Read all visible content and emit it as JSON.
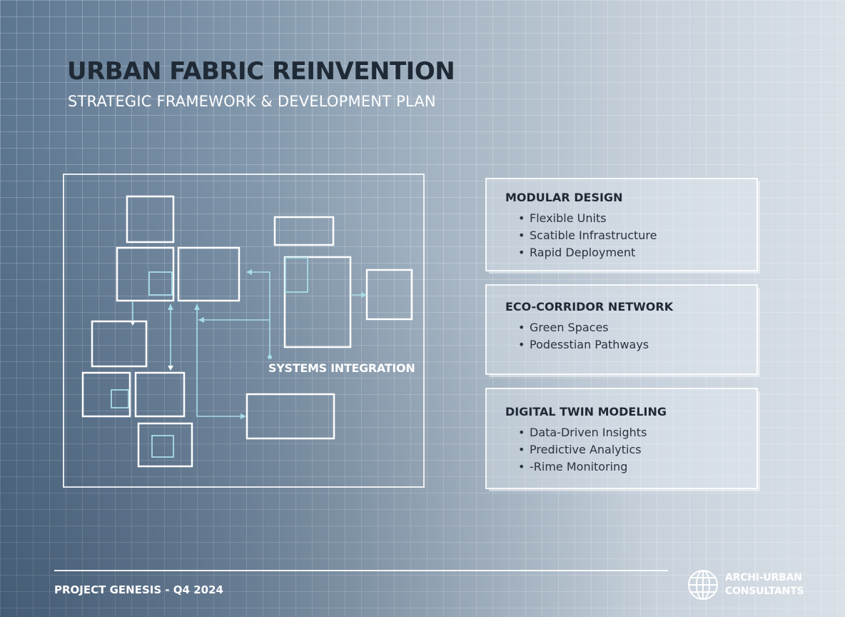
{
  "header": {
    "title": "URBAN FABRIC REINVENTION",
    "subtitle": "STRATEGIC FRAMEWORK & DEVELOPMENT PLAN"
  },
  "diagram": {
    "label": "SYSTEMS INTEGRATION"
  },
  "cards": [
    {
      "title": "MODULAR DESIGN",
      "items": [
        "Flexible Units",
        "Scatible Infrastructure",
        "Rapid Deployment"
      ]
    },
    {
      "title": "ECO-CORRIDOR NETWORK",
      "items": [
        "Green Spaces",
        "Podesstian Pathways"
      ]
    },
    {
      "title": "DIGITAL TWIN MODELING",
      "items": [
        "Data-Driven Insights",
        "Predictive Analytics",
        "-Rime Monitoring"
      ]
    }
  ],
  "footer": {
    "project": "PROJECT GENESIS - Q4 2024",
    "brand_line1": "ARCHI-URBAN",
    "brand_line2": "CONSULTANTS"
  },
  "colors": {
    "accent_line": "#a8dde6",
    "title_text": "#1f2a36"
  },
  "icons": {
    "brand": "globe-icon"
  }
}
